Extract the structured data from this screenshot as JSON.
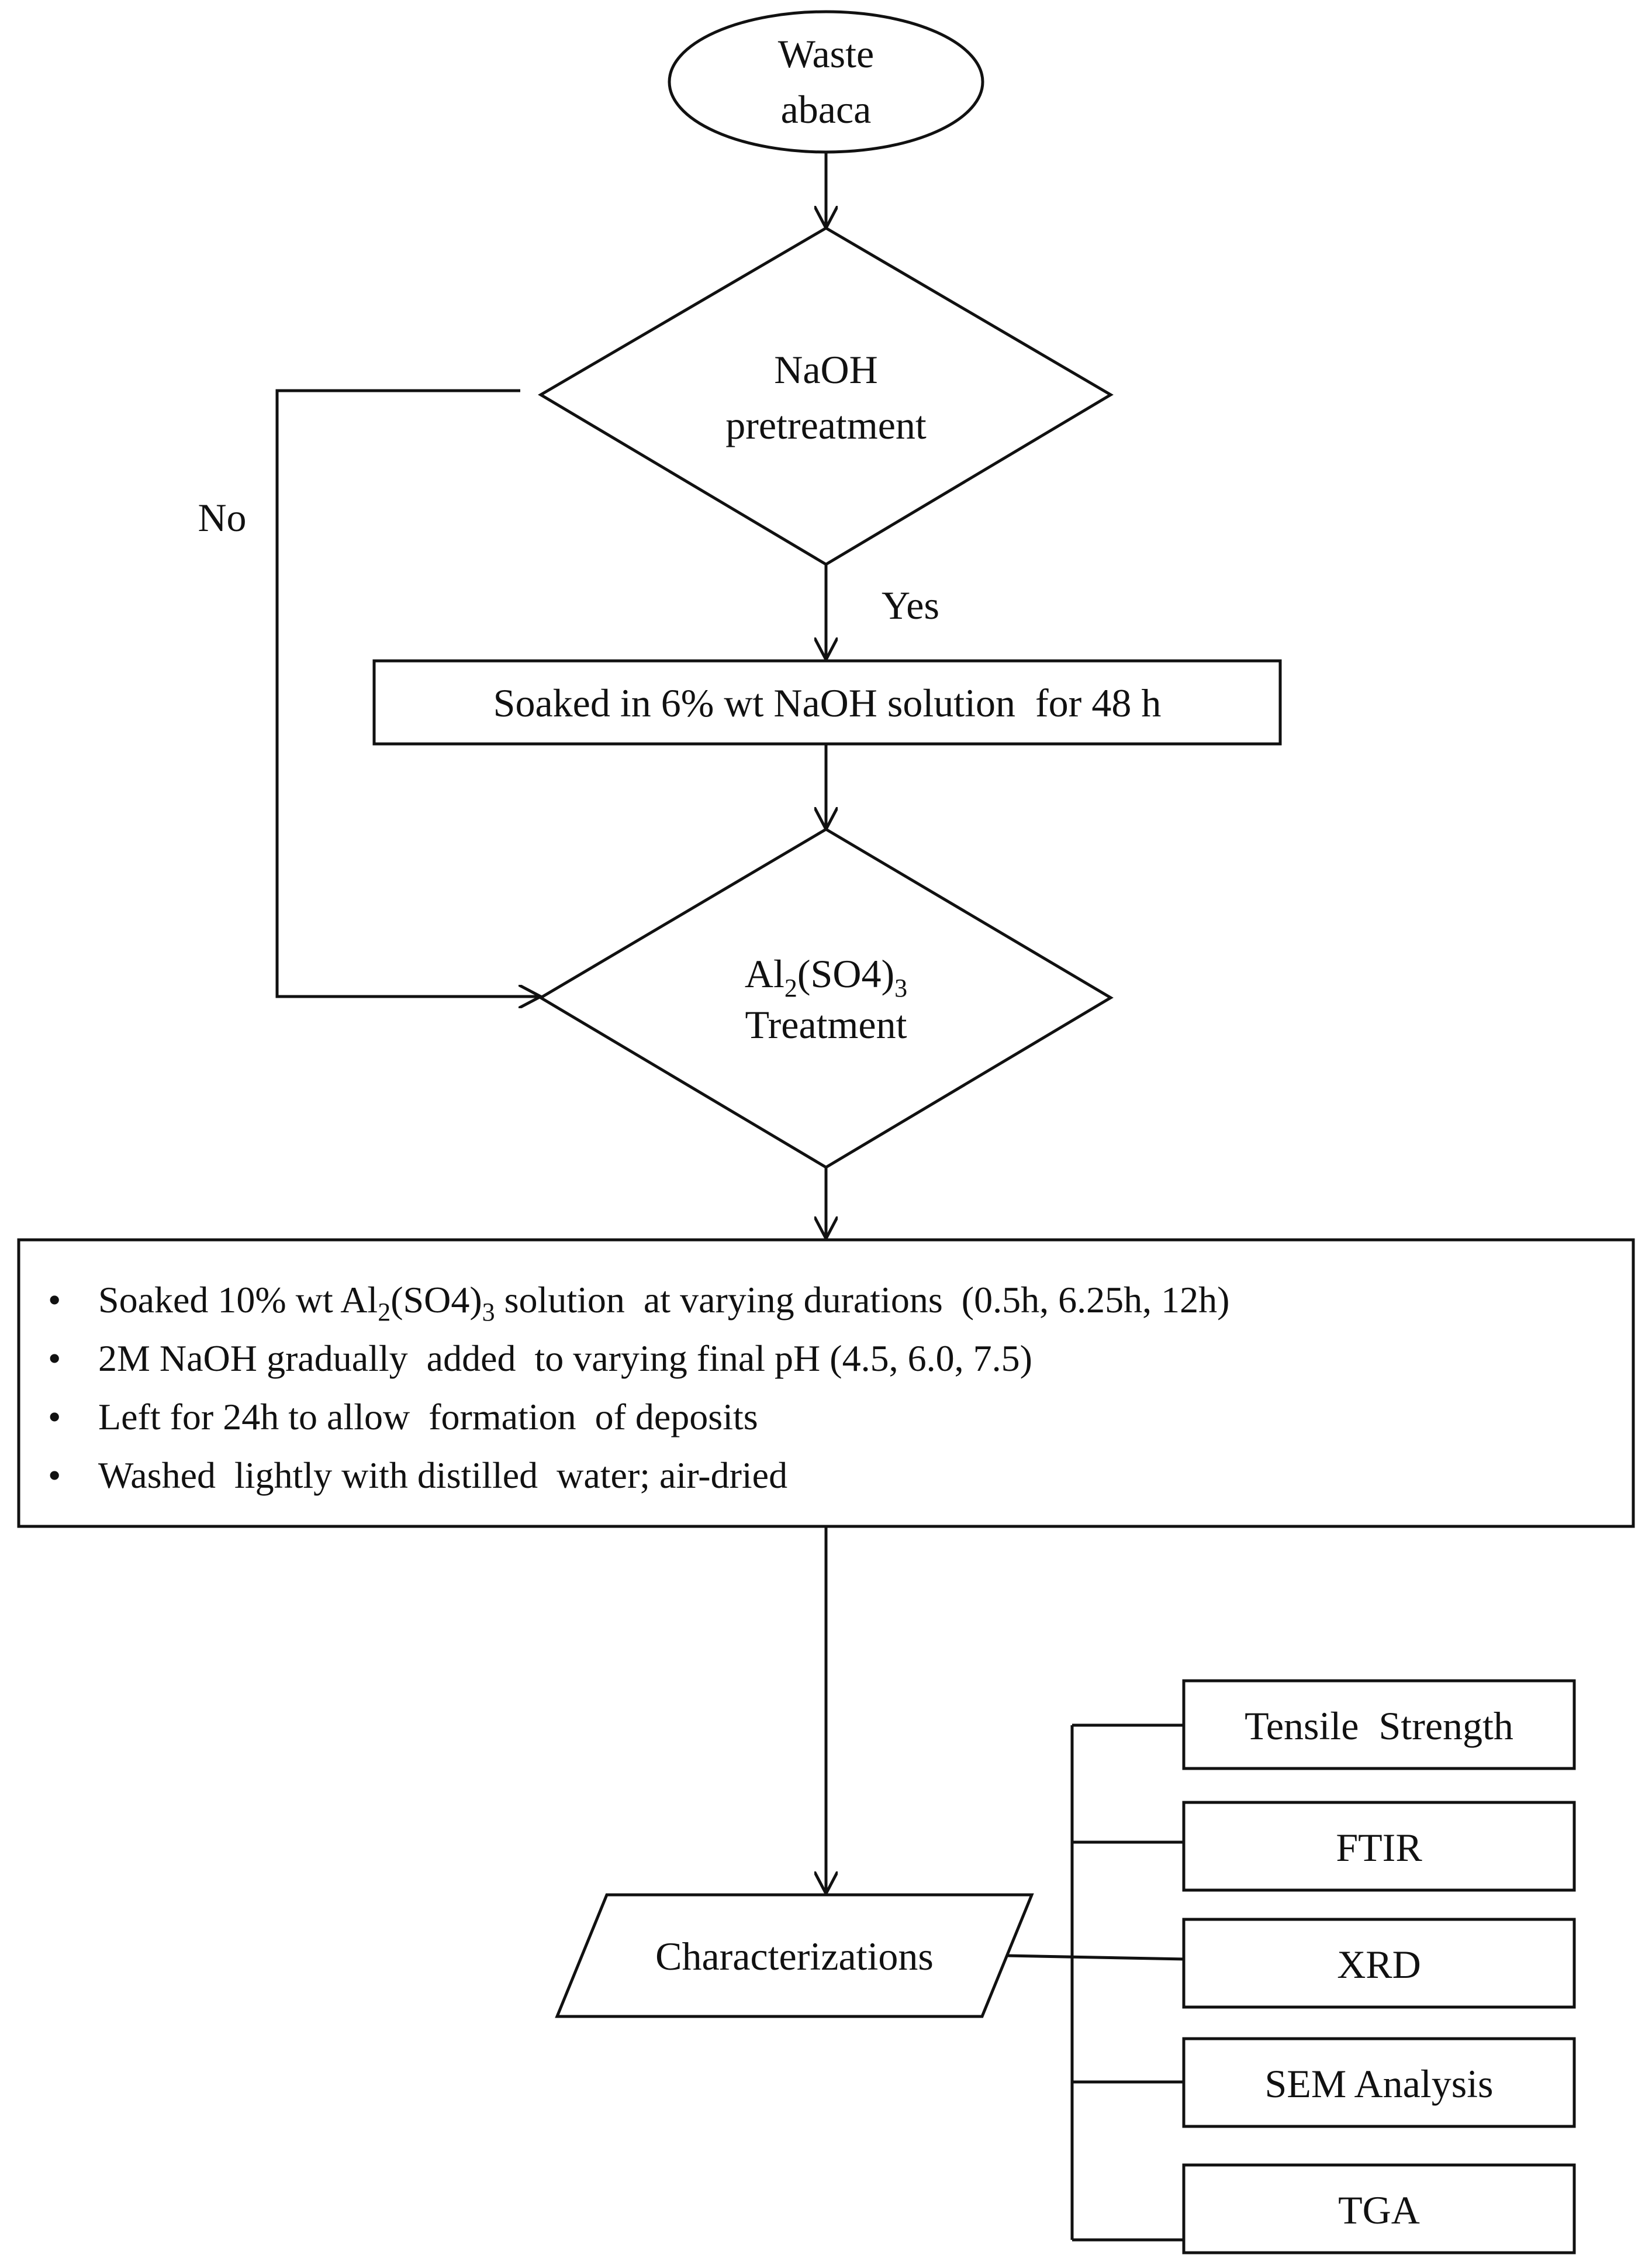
{
  "start": {
    "line1": "Waste",
    "line2": "abaca"
  },
  "decision1": {
    "line1": "NaOH",
    "line2": "pretreatment",
    "no_label": "No",
    "yes_label": "Yes"
  },
  "process1": {
    "text": "Soaked in 6% wt NaOH solution  for 48 h"
  },
  "decision2": {
    "line1_prefix": "Al",
    "line1_sub1": "2",
    "line1_mid": "(SO4)",
    "line1_sub2": "3",
    "line2": "Treatment"
  },
  "process2": {
    "bullet_char": "•",
    "bullets": [
      {
        "prefix": "Soaked 10% wt Al",
        "sub1": "2",
        "mid": "(SO4)",
        "sub2": "3",
        "suffix": " solution  at varying durations  (0.5h, 6.25h, 12h)"
      },
      {
        "text": "2M NaOH gradually  added  to varying final pH (4.5, 6.0, 7.5)"
      },
      {
        "text": "Left for 24h to allow  formation  of deposits"
      },
      {
        "text": "Washed  lightly with distilled  water; air-dried"
      }
    ]
  },
  "io": {
    "text": "Characterizations"
  },
  "outputs": [
    "Tensile  Strength",
    "FTIR",
    "XRD",
    "SEM Analysis",
    "TGA"
  ]
}
